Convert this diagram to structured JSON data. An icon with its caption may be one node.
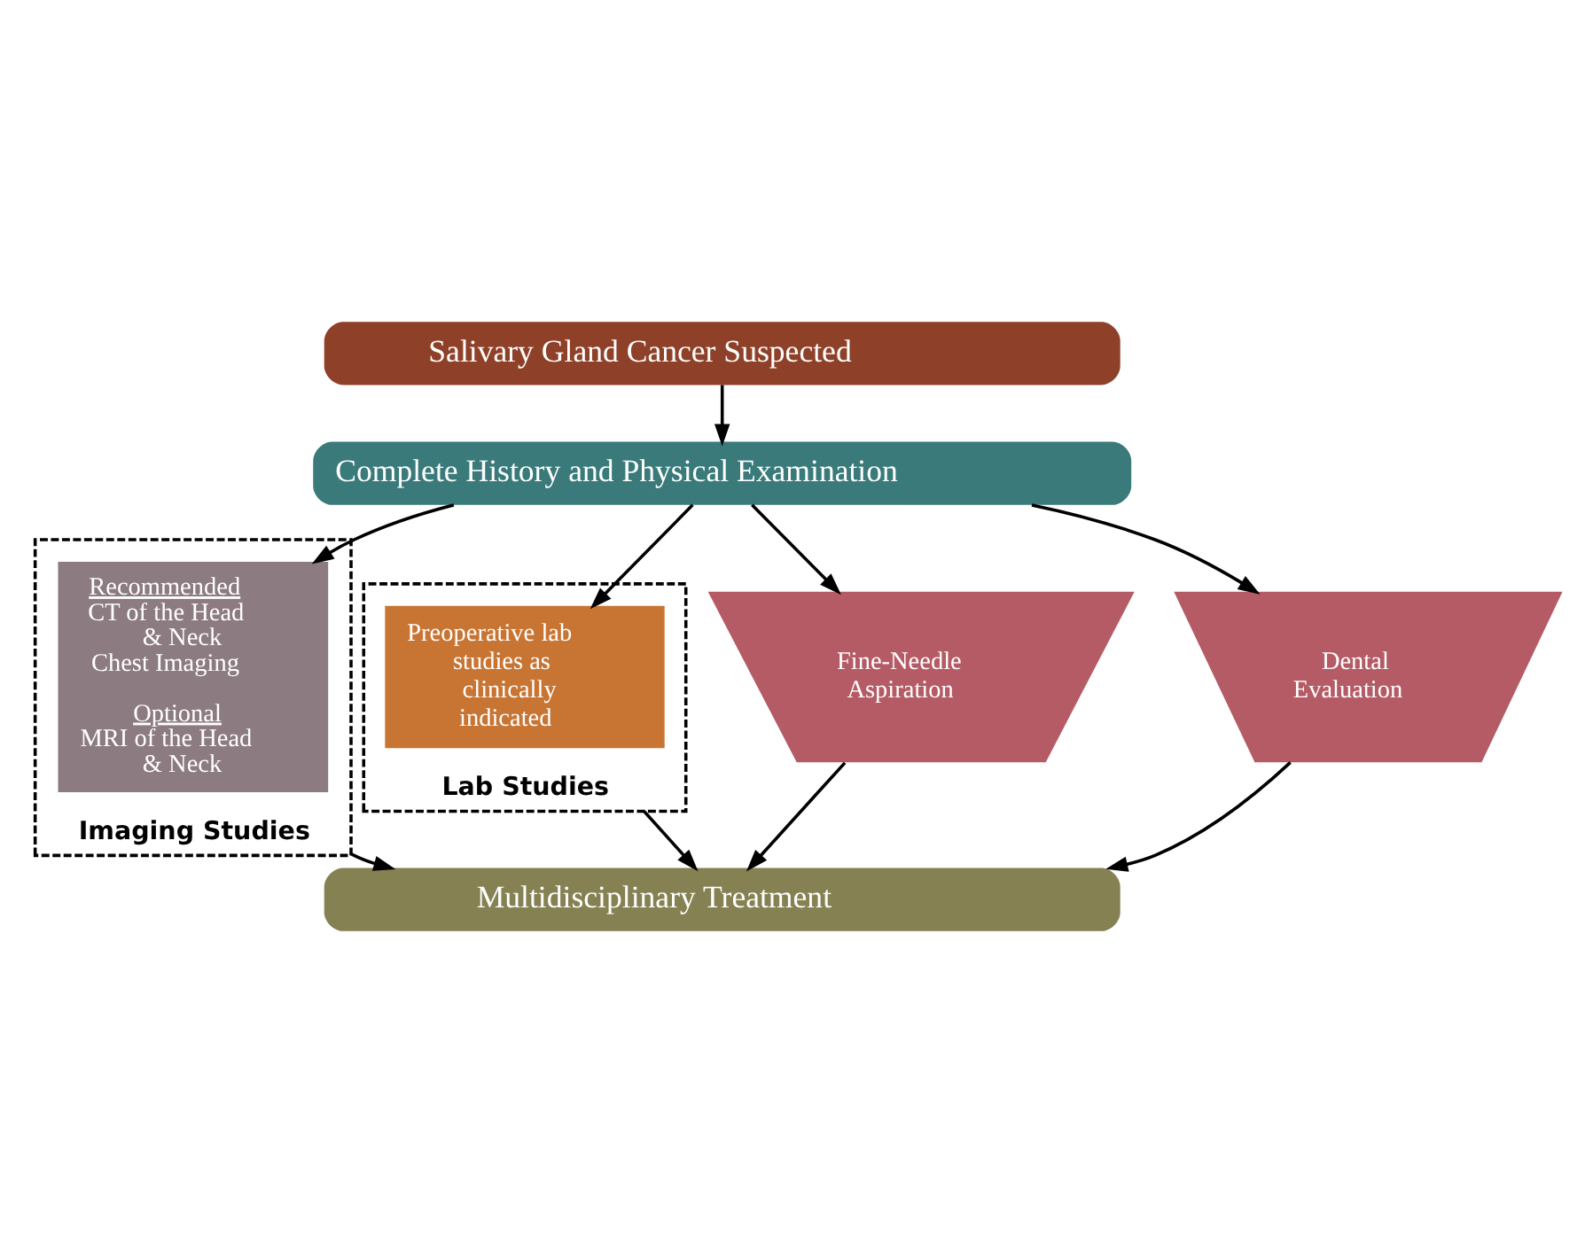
{
  "diagram": {
    "nodes": [
      {
        "text": [
          "Salivary Gland Cancer Suspected"
        ]
      },
      {
        "text": [
          "Complete History and Physical Examination"
        ]
      },
      {
        "text": [
          "Imaging Studies"
        ]
      },
      {
        "text": [
          "Recommended",
          "CT of the Head & Neck",
          "Chest Imaging",
          "Optional",
          "MRI of the Head & Neck"
        ],
        "in": 2
      },
      {
        "text": [
          "Lab Studies"
        ]
      },
      {
        "text": [
          "Preoperative lab studies as clinically indicated"
        ],
        "in": 4
      },
      {
        "text": [
          "Fine-Needle Aspiration"
        ]
      },
      {
        "text": [
          "Dental Evaluation"
        ]
      },
      {
        "text": [
          "Multidisciplinary Treatment"
        ]
      }
    ],
    "edges": [
      {
        "from": 0,
        "to": 1,
        "arrow": "to"
      },
      {
        "from": 1,
        "to": 3,
        "arrow": "to"
      },
      {
        "from": 1,
        "to": 5,
        "arrow": "to"
      },
      {
        "from": 1,
        "to": 6,
        "arrow": "to"
      },
      {
        "from": 1,
        "to": 7,
        "arrow": "to"
      },
      {
        "from": 2,
        "to": 8,
        "arrow": "to"
      },
      {
        "from": 4,
        "to": 8,
        "arrow": "to"
      },
      {
        "from": 6,
        "to": 8,
        "arrow": "to"
      },
      {
        "from": 7,
        "to": 8,
        "arrow": "to"
      }
    ]
  }
}
